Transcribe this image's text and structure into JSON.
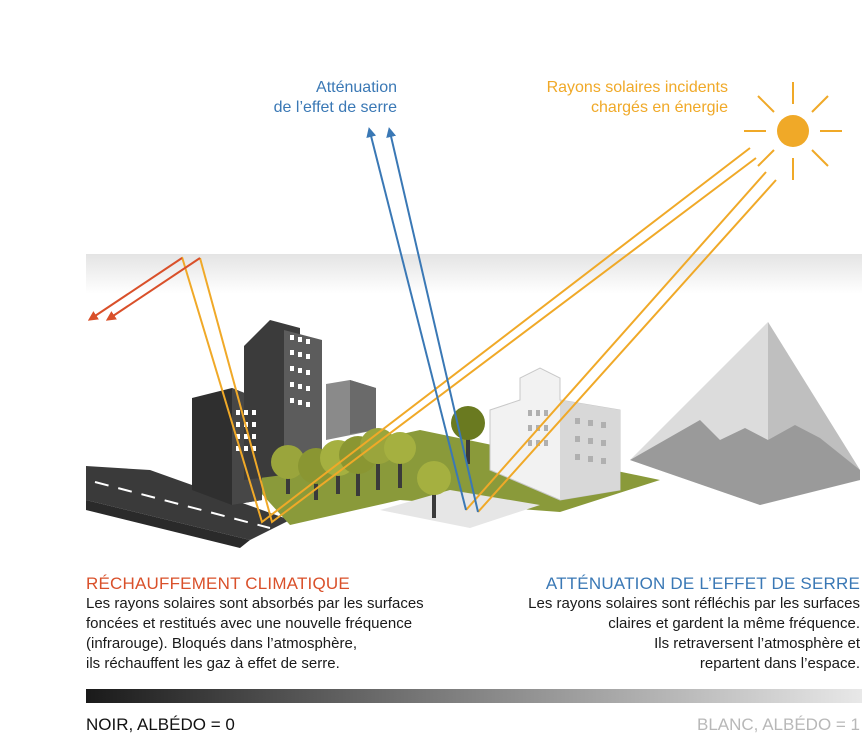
{
  "labels": {
    "attenuation_top_line1": "Atténuation",
    "attenuation_top_line2": "de l’effet de serre",
    "rays_line1": "Rayons solaires incidents",
    "rays_line2": "chargés en énergie"
  },
  "left_panel": {
    "title": "RÉCHAUFFEMENT CLIMATIQUE",
    "lines": [
      "Les rayons solaires sont absorbés par les surfaces",
      "foncées et restitués avec une nouvelle fréquence",
      "(infrarouge). Bloqués dans l’atmosphère,",
      "ils réchauffent les gaz à effet de serre."
    ]
  },
  "right_panel": {
    "title": "ATTÉNUATION DE L’EFFET DE SERRE",
    "lines": [
      "Les rayons solaires sont réfléchis par les surfaces",
      "claires et gardent la même fréquence.",
      "Ils retraversent l’atmosphère et",
      "repartent dans l’espace."
    ]
  },
  "scale": {
    "left_label": "NOIR, ALBÉDO = 0",
    "right_label": "BLANC, ALBÉDO = 1"
  },
  "colors": {
    "warming_red": "#d9502a",
    "attenuation_blue": "#3a78b5",
    "sun_orange": "#f0a928",
    "grass_green": "#8a9a3a"
  },
  "icons": [
    "sun-icon",
    "skyscraper-icon",
    "tree-icon",
    "mountain-icon",
    "road-icon"
  ]
}
